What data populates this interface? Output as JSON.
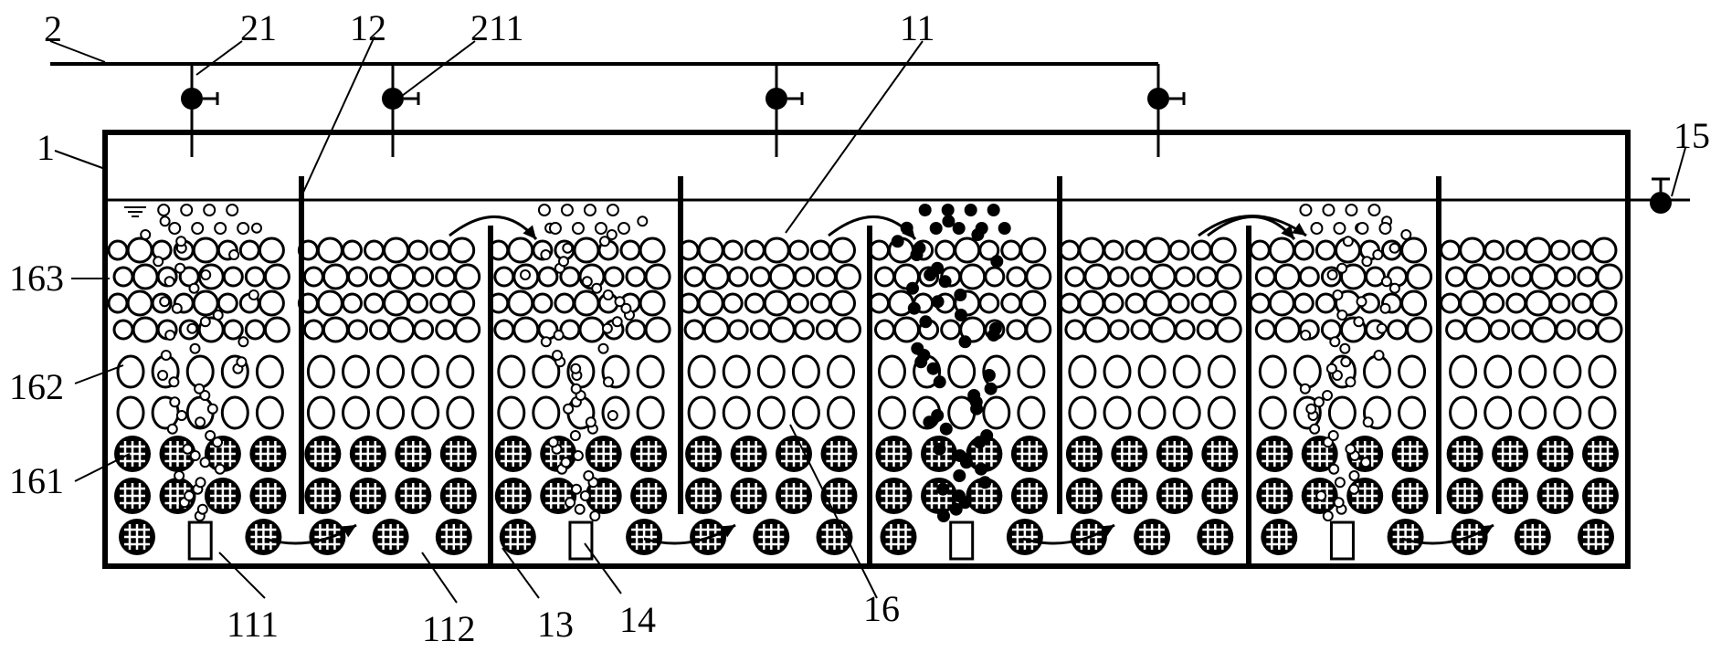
{
  "diagram": {
    "labels": {
      "l_1": "1",
      "l_2": "2",
      "l_21": "21",
      "l_12": "12",
      "l_211": "211",
      "l_11": "11",
      "l_15": "15",
      "l_163": "163",
      "l_162": "162",
      "l_161": "161",
      "l_111": "111",
      "l_112": "112",
      "l_13": "13",
      "l_14": "14",
      "l_16": "16"
    },
    "chambers": 8,
    "valves": 4,
    "aerators": 4,
    "colors": {
      "ink": "#000000",
      "paper": "#ffffff"
    },
    "icons": [
      "valve-icon",
      "aerator-icon",
      "flow-arrow-icon",
      "water-level-icon",
      "large-filler-icon",
      "medium-filler-icon",
      "small-filler-icon"
    ]
  }
}
